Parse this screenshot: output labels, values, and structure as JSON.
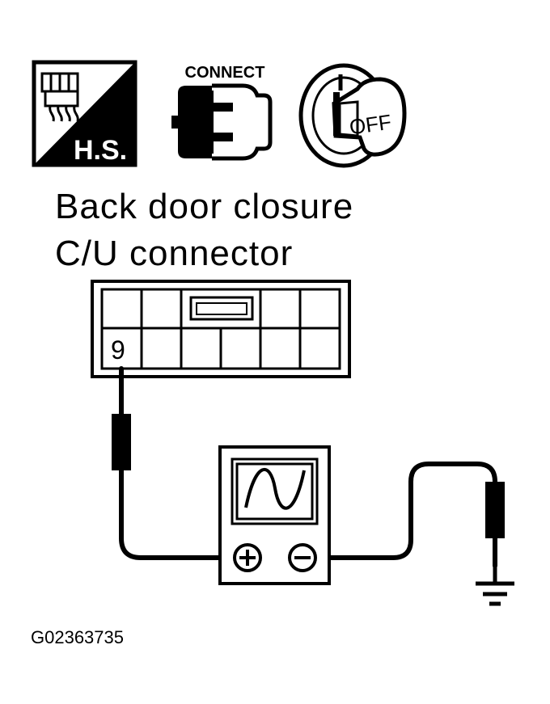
{
  "icons": {
    "harness_side": {
      "label": "H.S."
    },
    "connect": {
      "label": "CONNECT"
    },
    "ignition": {
      "label": "OFF"
    }
  },
  "title": {
    "line1": "Back door closure",
    "line2": "C/U connector"
  },
  "connector": {
    "terminal": "9"
  },
  "figure_code": "G02363735",
  "colors": {
    "ink": "#000000",
    "paper": "#ffffff"
  }
}
